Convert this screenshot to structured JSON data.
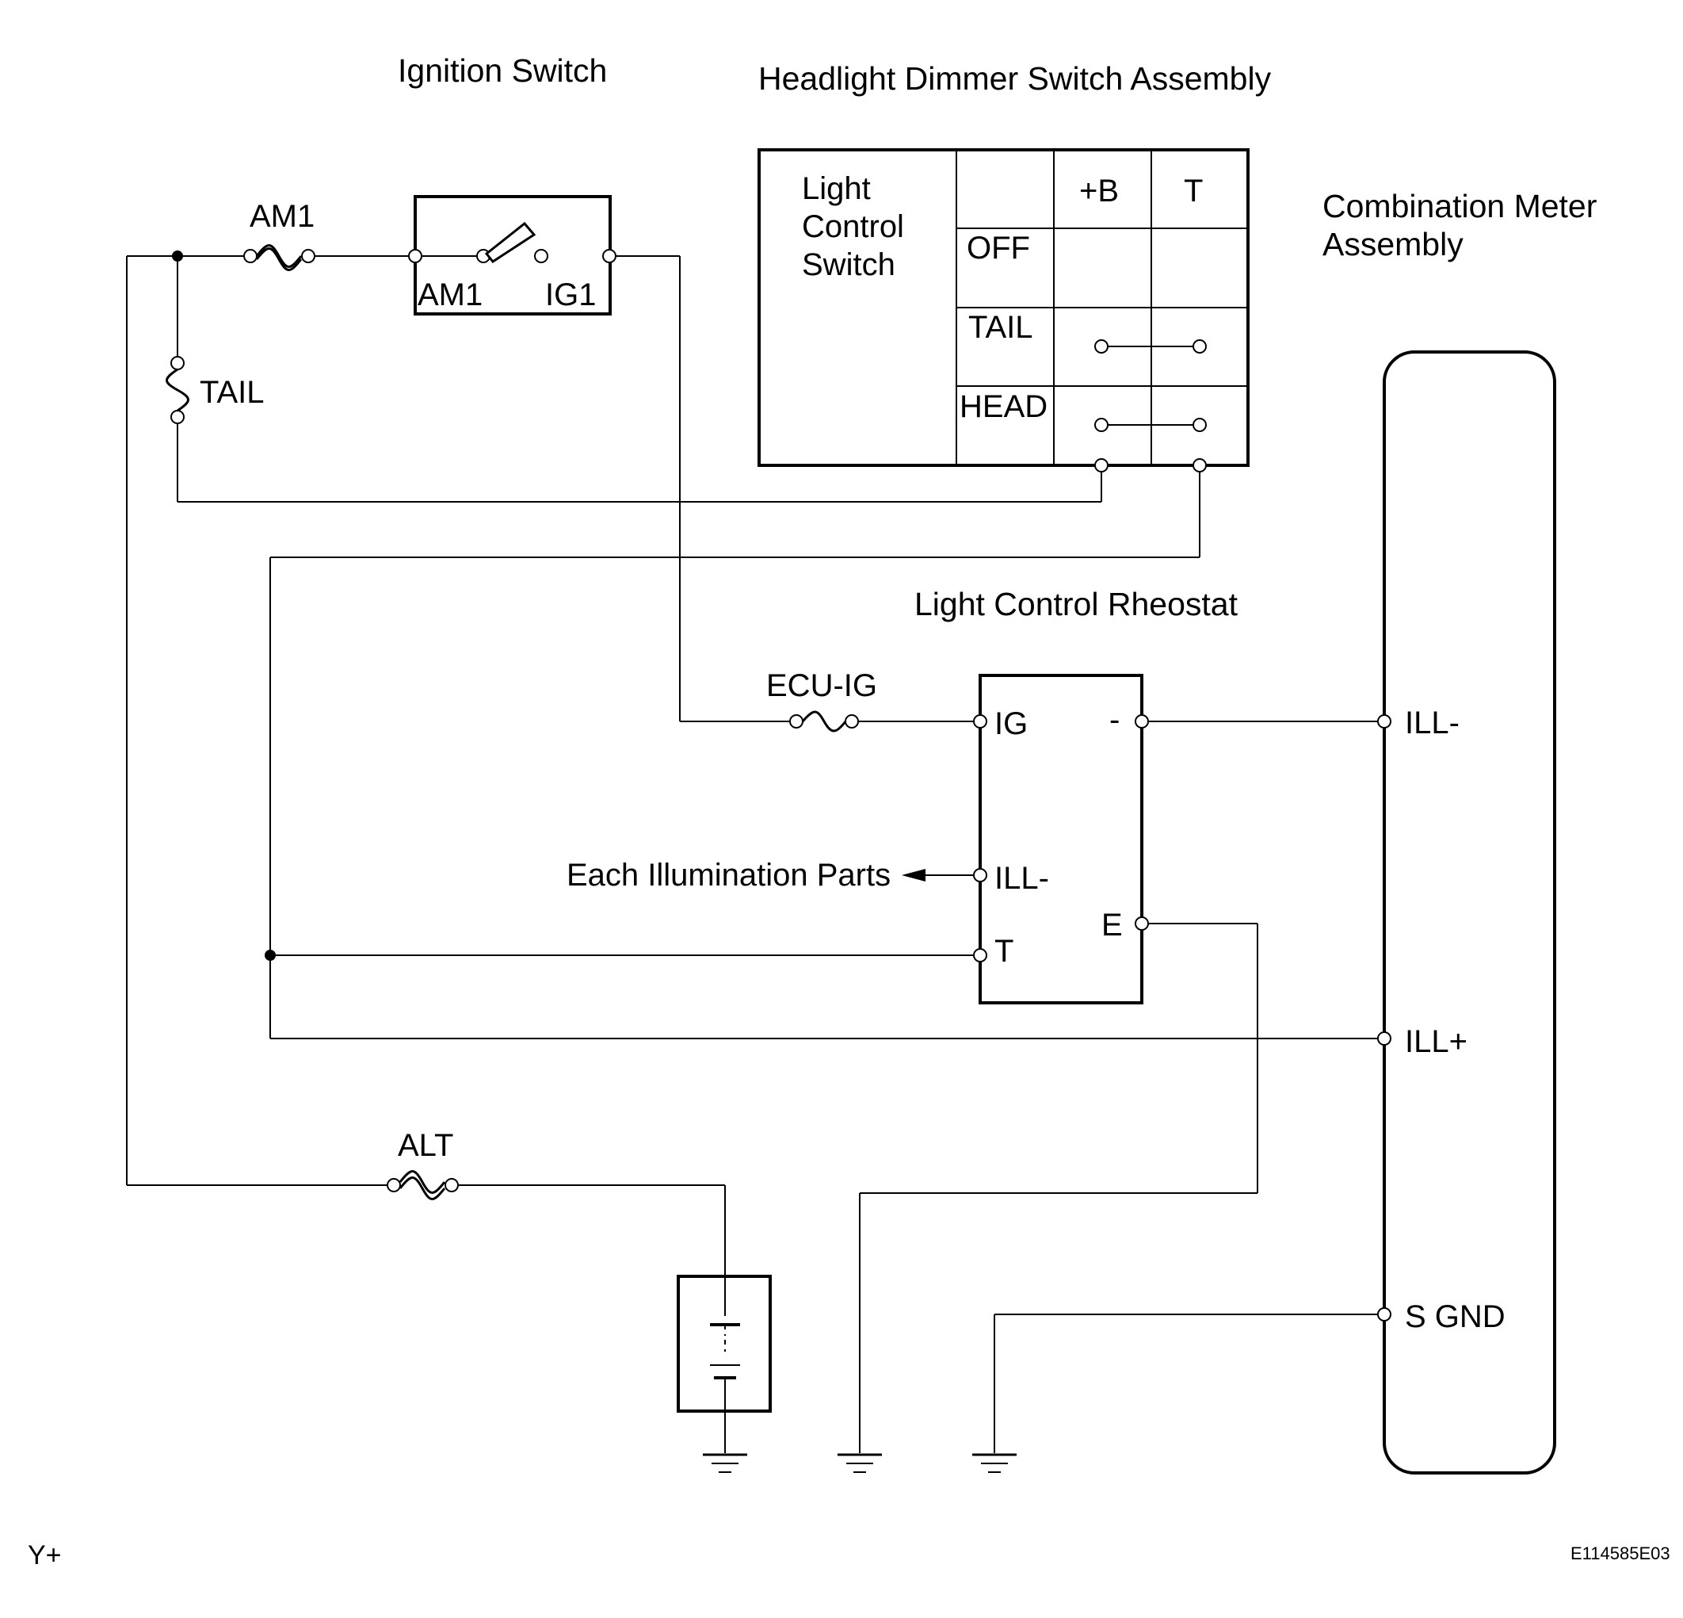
{
  "titles": {
    "ignition_switch": "Ignition Switch",
    "headlight_dimmer": "Headlight Dimmer Switch Assembly",
    "combination_meter_line1": "Combination Meter",
    "combination_meter_line2": "Assembly",
    "light_control_rheostat": "Light Control Rheostat"
  },
  "fuses": {
    "am1": "AM1",
    "tail": "TAIL",
    "ecu_ig": "ECU-IG",
    "alt": "ALT"
  },
  "ignition_switch": {
    "term_am1": "AM1",
    "term_ig1": "IG1"
  },
  "light_control_switch": {
    "label_line1": "Light",
    "label_line2": "Control",
    "label_line3": "Switch",
    "col_b": "+B",
    "col_t": "T",
    "row_off": "OFF",
    "row_tail": "TAIL",
    "row_head": "HEAD"
  },
  "rheostat": {
    "term_ig": "IG",
    "term_minus": "-",
    "term_ill_minus": "ILL-",
    "term_t": "T",
    "term_e": "E"
  },
  "illumination_label": "Each Illumination Parts",
  "meter": {
    "term_ill_minus": "ILL-",
    "term_ill_plus": "ILL+",
    "term_sgnd": "S GND"
  },
  "footer": {
    "left_code": "Y+",
    "right_code": "E114585E03"
  }
}
